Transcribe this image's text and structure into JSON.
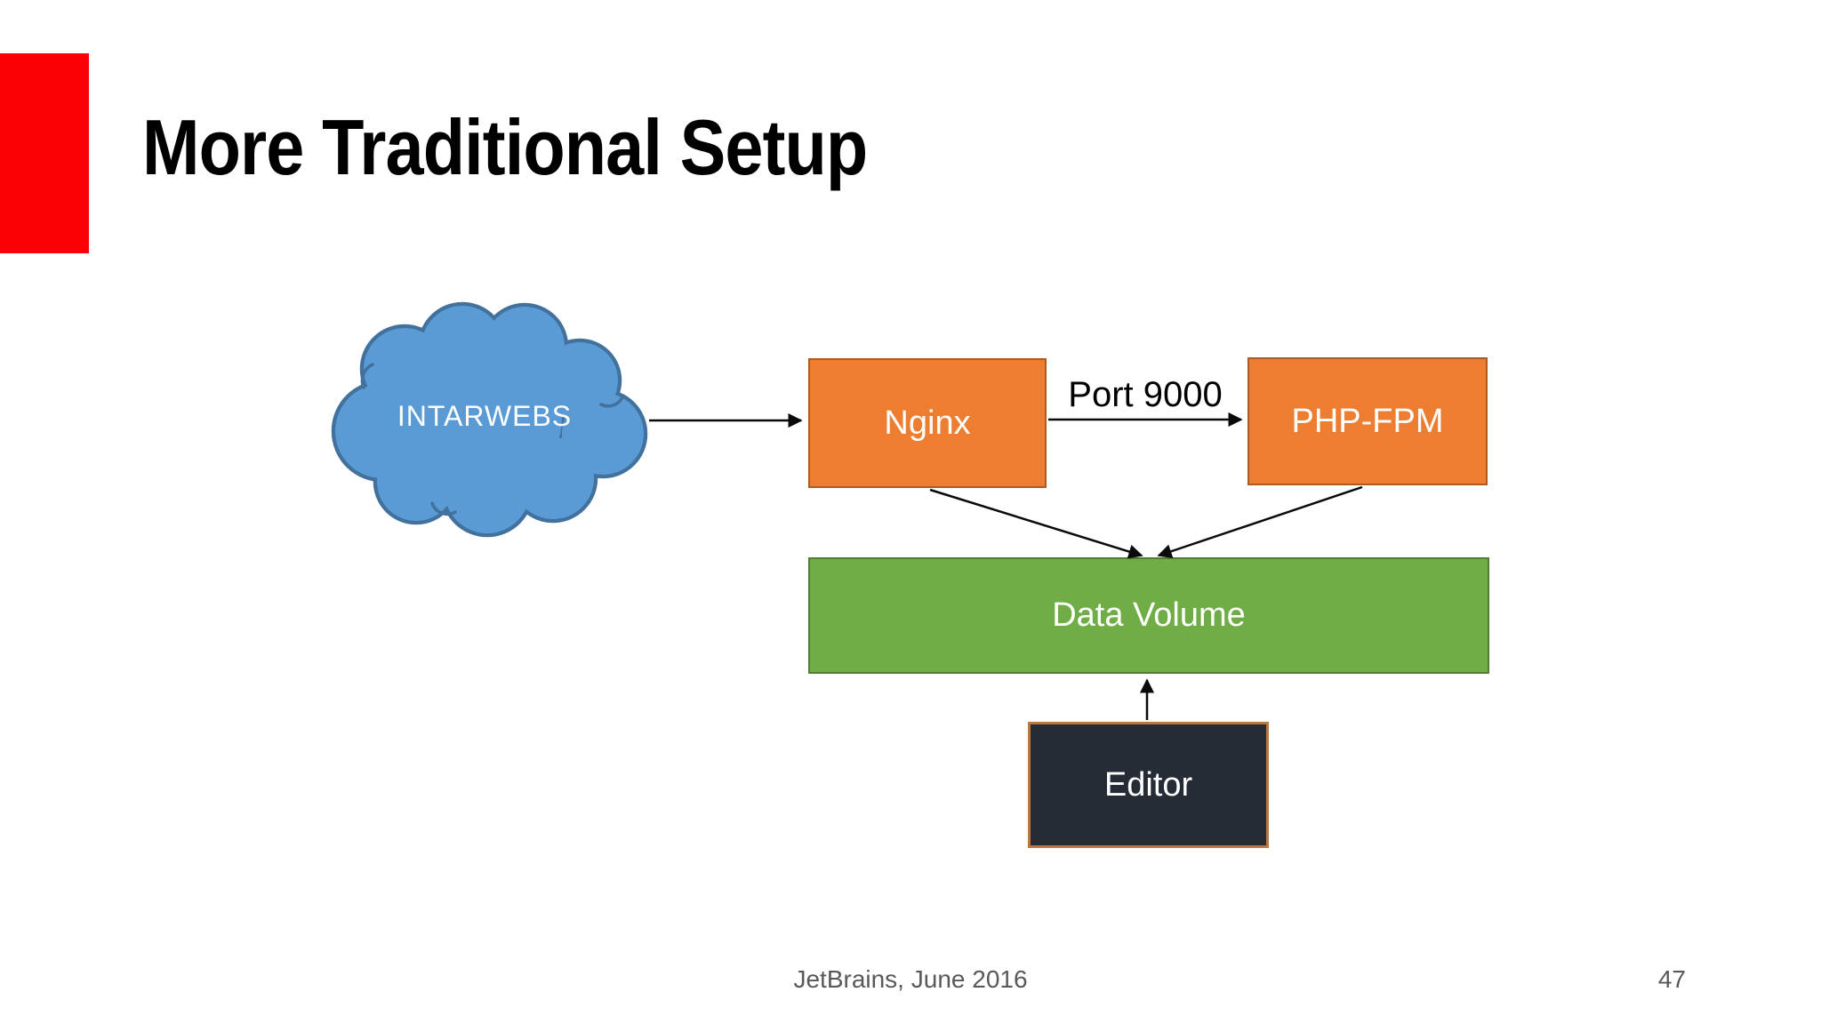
{
  "slide": {
    "title": "More Traditional Setup",
    "credit": "JetBrains, June 2016",
    "page_number": "47"
  },
  "diagram": {
    "cloud": {
      "label": "INTARWEBS"
    },
    "boxes": {
      "nginx": {
        "label": "Nginx"
      },
      "php_fpm": {
        "label": "PHP-FPM"
      },
      "data_volume": {
        "label": "Data Volume"
      },
      "editor": {
        "label": "Editor"
      }
    },
    "connections": [
      {
        "from": "INTARWEBS",
        "to": "Nginx",
        "label": ""
      },
      {
        "from": "Nginx",
        "to": "PHP-FPM",
        "label": "Port 9000"
      },
      {
        "from": "Nginx",
        "to": "Data Volume",
        "label": ""
      },
      {
        "from": "PHP-FPM",
        "to": "Data Volume",
        "label": ""
      },
      {
        "from": "Editor",
        "to": "Data Volume",
        "label": ""
      }
    ]
  },
  "colors": {
    "accent_red": "#FB0005",
    "cloud_fill": "#5B9BD5",
    "cloud_border": "#41719C",
    "orange_fill": "#ED7D31",
    "orange_border": "#AE5A21",
    "green_fill": "#70AD47",
    "green_border": "#507E32",
    "editor_fill": "#262C36",
    "editor_border": "#BA7740",
    "arrow": "#0a0a0a",
    "title_text": "#000000",
    "footer_text": "#595959",
    "box_label_text": "#FFFFFF"
  }
}
